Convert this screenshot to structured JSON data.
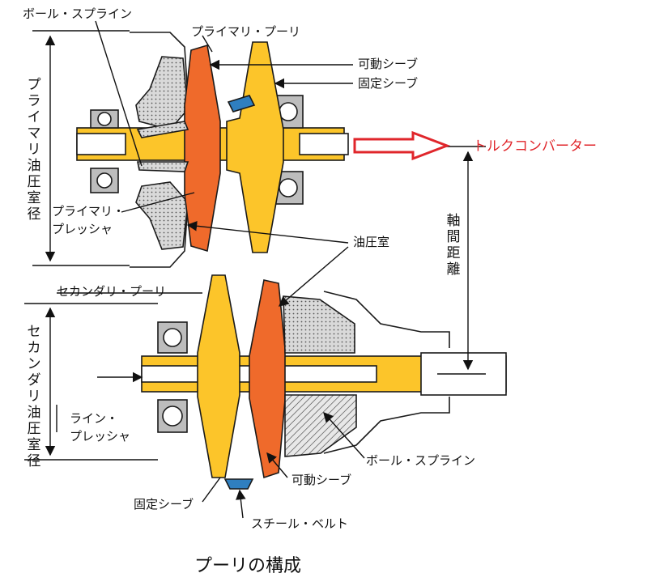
{
  "labels": {
    "ball_spline_top": "ボール・スプライン",
    "primary_pulley": "プライマリ・プーリ",
    "movable_sheave_top": "可動シーブ",
    "fixed_sheave_top": "固定シーブ",
    "torque_converter": "トルクコンバーター",
    "primary_pressure_l1": "プライマリ・",
    "primary_pressure_l2": "プレッシャ",
    "oil_chamber": "油圧室",
    "secondary_pulley": "セカンダリ・プーリ",
    "line_pressure_l1": "ライン・",
    "line_pressure_l2": "プレッシャ",
    "ball_spline_bottom": "ボール・スプライン",
    "movable_sheave_bottom": "可動シーブ",
    "fixed_sheave_bottom": "固定シーブ",
    "steel_belt": "スチール・ベルト",
    "caption": "プーリの構成"
  },
  "vertical_labels": {
    "primary_chamber_dia": [
      "プ",
      "ラ",
      "イ",
      "マ",
      "リ",
      "油",
      "圧",
      "室",
      "径"
    ],
    "secondary_chamber_dia": [
      "セ",
      "カ",
      "ン",
      "ダ",
      "リ",
      "油",
      "圧",
      "室",
      "径"
    ],
    "shaft_distance": [
      "軸",
      "間",
      "距",
      "離"
    ]
  },
  "colors": {
    "fixed_sheave": "#fcc52a",
    "movable_sheave": "#ef6a2b",
    "belt": "#2f7fc0",
    "bearing": "#bdbdbd",
    "chamber_fill": "#d0d0d0",
    "arrow": "#e0262b"
  }
}
